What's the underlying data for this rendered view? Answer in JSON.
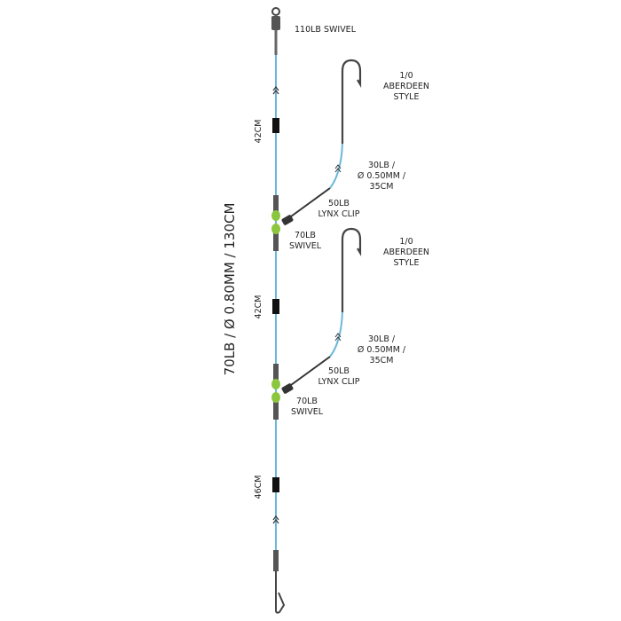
{
  "title": "70LB / Ø 0.80MM / 130CM",
  "top_swivel": "110LB SWIVEL",
  "segments": [
    "42CM",
    "42CM",
    "46CM"
  ],
  "droppers": [
    {
      "hook": [
        "1/0",
        "ABERDEEN",
        "STYLE"
      ],
      "snood": [
        "30LB /",
        "Ø 0.50MM /",
        "35CM"
      ],
      "clip": [
        "50LB",
        "LYNX CLIP"
      ],
      "swivel": [
        "70LB",
        "SWIVEL"
      ]
    },
    {
      "hook": [
        "1/0",
        "ABERDEEN",
        "STYLE"
      ],
      "snood": [
        "30LB /",
        "Ø 0.50MM /",
        "35CM"
      ],
      "clip": [
        "50LB",
        "LYNX CLIP"
      ],
      "swivel": [
        "70LB",
        "SWIVEL"
      ]
    }
  ],
  "colors": {
    "line": "#6ab8d8",
    "bead": "#8cc63f",
    "metal": "#555555",
    "sleeve": "#111111"
  }
}
